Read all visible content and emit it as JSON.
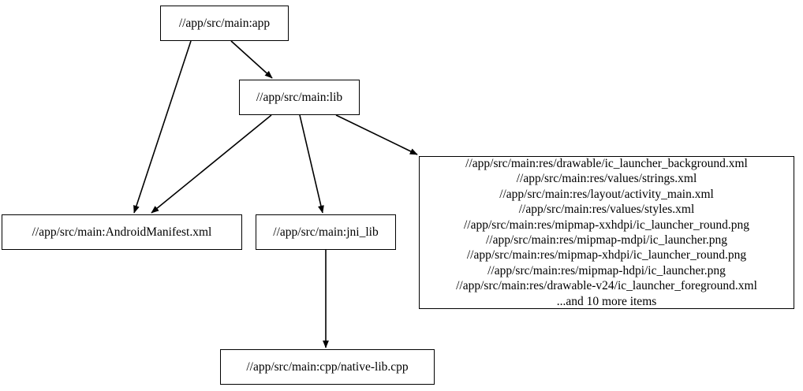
{
  "graph": {
    "type": "directed-dependency-graph",
    "background_color": "#ffffff",
    "node_border_color": "#000000",
    "edge_color": "#000000",
    "text_color": "#000000",
    "nodes": {
      "app": {
        "label": "//app/src/main:app"
      },
      "lib": {
        "label": "//app/src/main:lib"
      },
      "manifest": {
        "label": "//app/src/main:AndroidManifest.xml"
      },
      "jni_lib": {
        "label": "//app/src/main:jni_lib"
      },
      "native_lib": {
        "label": "//app/src/main:cpp/native-lib.cpp"
      },
      "resources": {
        "lines": [
          "//app/src/main:res/drawable/ic_launcher_background.xml",
          "//app/src/main:res/values/strings.xml",
          "//app/src/main:res/layout/activity_main.xml",
          "//app/src/main:res/values/styles.xml",
          "//app/src/main:res/mipmap-xxhdpi/ic_launcher_round.png",
          "//app/src/main:res/mipmap-mdpi/ic_launcher.png",
          "//app/src/main:res/mipmap-xhdpi/ic_launcher_round.png",
          "//app/src/main:res/mipmap-hdpi/ic_launcher.png",
          "//app/src/main:res/drawable-v24/ic_launcher_foreground.xml",
          "...and 10 more items"
        ]
      }
    },
    "edges": [
      {
        "from": "app",
        "to": "lib"
      },
      {
        "from": "app",
        "to": "manifest"
      },
      {
        "from": "lib",
        "to": "manifest"
      },
      {
        "from": "lib",
        "to": "jni_lib"
      },
      {
        "from": "lib",
        "to": "resources"
      },
      {
        "from": "jni_lib",
        "to": "native_lib"
      }
    ]
  }
}
